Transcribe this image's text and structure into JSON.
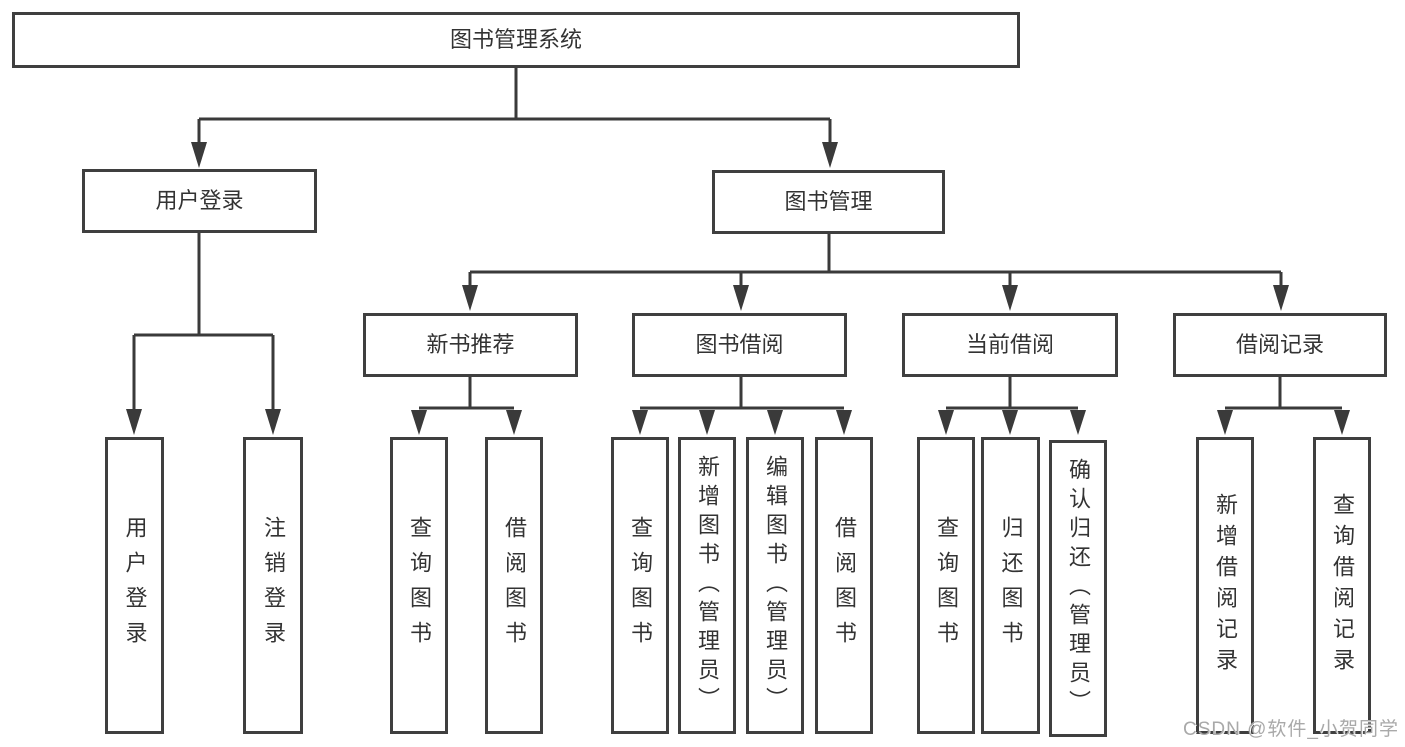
{
  "tree": {
    "root": {
      "label": "图书管理系统"
    },
    "branches": [
      {
        "label": "用户登录",
        "children": [
          {
            "label": "用户登录"
          },
          {
            "label": "注销登录"
          }
        ]
      },
      {
        "label": "图书管理",
        "children": [
          {
            "label": "新书推荐",
            "children": [
              {
                "label": "查询图书"
              },
              {
                "label": "借阅图书"
              }
            ]
          },
          {
            "label": "图书借阅",
            "children": [
              {
                "label": "查询图书"
              },
              {
                "label": "新增图书（管理员）"
              },
              {
                "label": "编辑图书（管理员）"
              },
              {
                "label": "借阅图书"
              }
            ]
          },
          {
            "label": "当前借阅",
            "children": [
              {
                "label": "查询图书"
              },
              {
                "label": "归还图书"
              },
              {
                "label": "确认归还（管理员）"
              }
            ]
          },
          {
            "label": "借阅记录",
            "children": [
              {
                "label": "新增借阅记录"
              },
              {
                "label": "查询借阅记录"
              }
            ]
          }
        ]
      }
    ]
  },
  "watermark": "CSDN @软件_小贺同学",
  "colors": {
    "line": "#3a3a3a",
    "border": "#3f3f3f",
    "text": "#333333",
    "background": "#ffffff",
    "watermark_text": "#a9a9a9"
  }
}
